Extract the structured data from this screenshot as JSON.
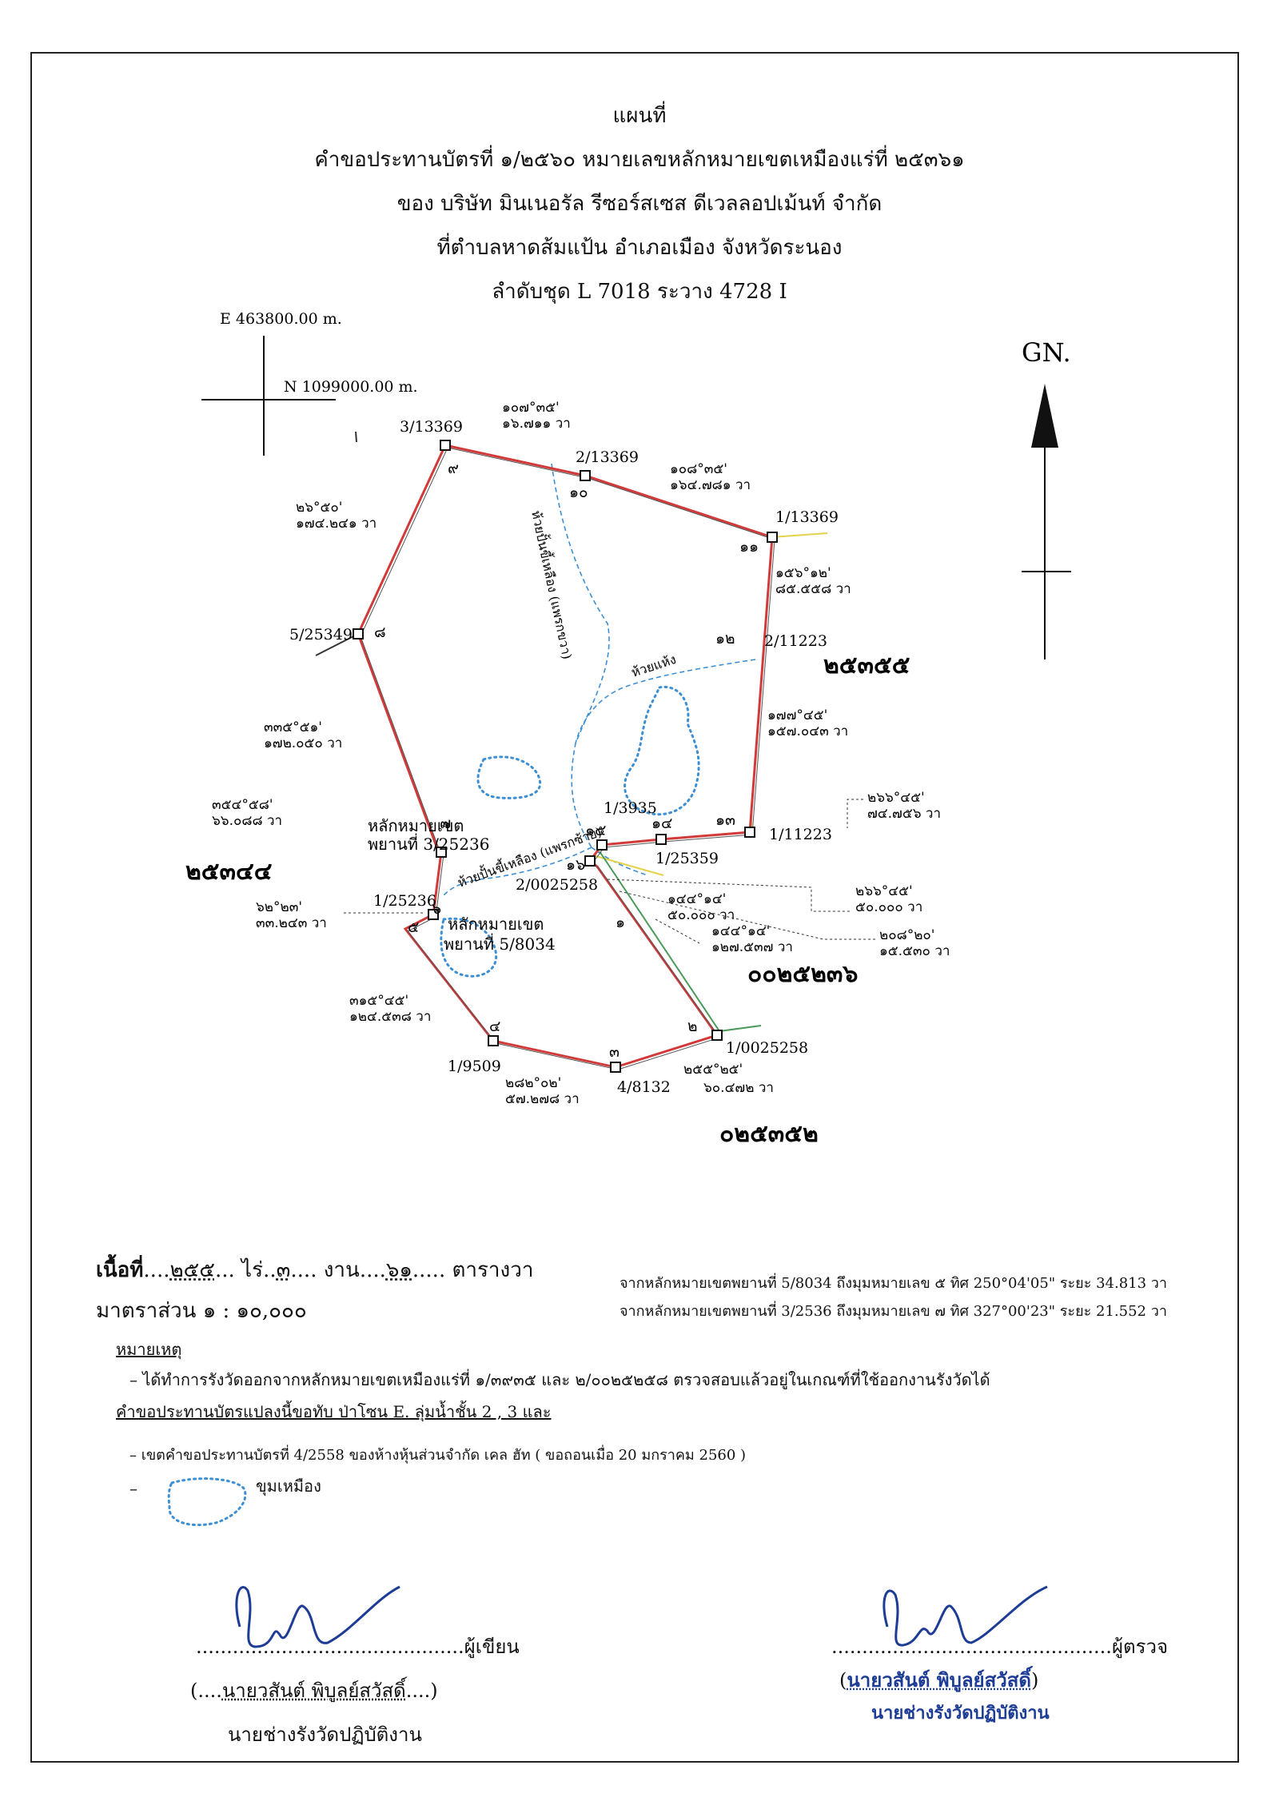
{
  "header": {
    "title": "แผนที่",
    "line1": "คำขอประทานบัตรที่ ๑/๒๕๖๐ หมายเลขหลักหมายเขตเหมืองแร่ที่ ๒๕๓๖๑",
    "line2": "ของ บริษัท มินเนอรัล รีซอร์สเซส ดีเวลลอปเม้นท์ จำกัด",
    "line3": "ที่ตำบลหาดส้มแป้น อำเภอเมือง จังหวัดระนอง",
    "line4": "ลำดับชุด L 7018 ระวาง 4728 I"
  },
  "map": {
    "easting": "E 463800.00 m.",
    "northing": "N 1099000.00 m.",
    "north_label": "GN.",
    "stations": [
      "3/13369",
      "2/13369",
      "1/13369",
      "2/11223",
      "1/11223",
      "5/25349",
      "1/3935",
      "1/25359",
      "2/0025258",
      "1/25236",
      "1/9509",
      "4/8132",
      "1/0025258"
    ],
    "corners": [
      "๙",
      "๑๐",
      "๑๑",
      "๑๒",
      "๑๓",
      "๑๔",
      "๑๕",
      "๑๖",
      "๑",
      "๒",
      "๓",
      "๔",
      "๕",
      "๖",
      "๗",
      "๘"
    ],
    "bearings": [
      {
        "angle": "๑๐๗°๓๕'",
        "dist": "๑๖.๗๑๑ วา"
      },
      {
        "angle": "๑๐๘°๓๕'",
        "dist": "๑๖๔.๗๘๑ วา"
      },
      {
        "angle": "๑๕๖°๑๒'",
        "dist": "๘๕.๕๕๘ วา"
      },
      {
        "angle": "๑๗๗°๔๕'",
        "dist": "๑๕๗.๐๔๓ วา"
      },
      {
        "angle": "๒๖๖°๔๕'",
        "dist": "๗๔.๗๕๖ วา"
      },
      {
        "angle": "๒๖๖°๔๕'",
        "dist": "๕๐.๐๐๐ วา"
      },
      {
        "angle": "๒๐๘°๒๐'",
        "dist": "๑๕.๕๓๐ วา"
      },
      {
        "angle": "๑๔๔°๑๔'",
        "dist": "๕๐.๐๐๐ วา"
      },
      {
        "angle": "๑๔๔°๑๔'",
        "dist": "๑๒๗.๕๓๗ วา"
      },
      {
        "angle": "๒๕๕°๒๕'",
        "dist": "๖๐.๔๗๒ วา"
      },
      {
        "angle": "๒๘๒°๐๒'",
        "dist": "๕๗.๒๗๘ วา"
      },
      {
        "angle": "๓๑๕°๔๕'",
        "dist": "๑๒๔.๕๓๘ วา"
      },
      {
        "angle": "๖๒°๒๓'",
        "dist": "๓๓.๒๔๓ วา"
      },
      {
        "angle": "๓๕๔°๕๘'",
        "dist": "๖๖.๐๘๘ วา"
      },
      {
        "angle": "๓๓๕°๕๑'",
        "dist": "๑๗๒.๐๕๐ วา"
      },
      {
        "angle": "๒๖°๕๐'",
        "dist": "๑๗๔.๒๔๑ วา"
      }
    ],
    "creek1": "ห้วยปั้นขี้เหลือง (แพรกขวา)",
    "creek2": "ห้วยแห้ง",
    "creek3": "ห้วยปั้นขี้เหลือง (แพรกซ้าย)",
    "witness1_a": "หลักหมายเขต",
    "witness1_b": "พยานที่ 3/25236",
    "witness2_a": "หลักหมายเขต",
    "witness2_b": "พยานที่ 5/8034",
    "neighbors": [
      "๒๕๓๕๕",
      "๒๕๓๔๔",
      "๐๐๒๕๒๓๖",
      "๐๒๕๓๕๒"
    ]
  },
  "area": {
    "prefix": "เนื้อที่",
    "rai": "๒๕๕",
    "rai_unit": "ไร่",
    "ngan": "๓",
    "ngan_unit": "งาน",
    "wa": "๖๑",
    "wa_unit": "ตารางวา",
    "scale": "มาตราส่วน ๑ : ๑๐,๐๐๐"
  },
  "refs": {
    "r1": "จากหลักหมายเขตพยานที่ 5/8034 ถึงมุมหมายเลข ๕ ทิศ 250°04'05\" ระยะ 34.813 วา",
    "r2": "จากหลักหมายเขตพยานที่ 3/2536 ถึงมุมหมายเลข ๗ ทิศ 327°00'23\" ระยะ 21.552 วา"
  },
  "notes": {
    "heading": "หมายเหตุ",
    "n1": "– ได้ทำการรังวัดออกจากหลักหมายเขตเหมืองแร่ที่ ๑/๓๙๓๕ และ ๒/๐๐๒๕๒๕๘ ตรวจสอบแล้วอยู่ในเกณฑ์ที่ใช้ออกงานรังวัดได้",
    "n2": "คำขอประทานบัตรแปลงนี้ขอทับ ป่าโซน E. ลุ่มน้ำชั้น 2 , 3 และ",
    "n3": "– เขตคำขอประทานบัตรที่ 4/2558 ของห้างหุ้นส่วนจำกัด เคล ฮัท ( ขอถอนเมื่อ 20 มกราคม 2560 )",
    "n4_dash": "–",
    "n4": "ขุมเหมือง"
  },
  "signatures": {
    "left_role": "ผู้เขียน",
    "left_name": "นายวสันต์ พิบูลย์สวัสดิ์",
    "left_title": "นายช่างรังวัดปฏิบัติงาน",
    "right_role": "ผู้ตรวจ",
    "right_name": "นายวสันต์ พิบูลย์สวัสดิ์",
    "right_title": "นายช่างรังวัดปฏิบัติงาน"
  },
  "colors": {
    "boundary_red": "#d23a3a",
    "creek_blue": "#3d8fd4",
    "signature_blue": "#1c3c95",
    "yellow": "#e3d24a",
    "green": "#4a9a5a"
  }
}
